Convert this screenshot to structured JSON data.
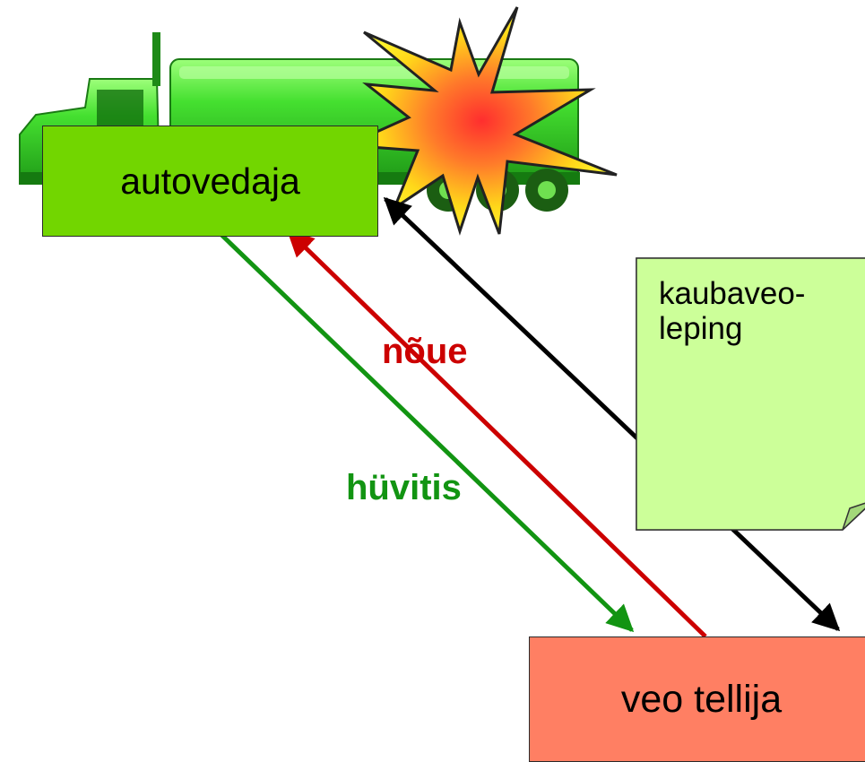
{
  "diagram": {
    "carrier": {
      "label": "autovedaja",
      "fill": "#72d600"
    },
    "client": {
      "label": "veo tellija",
      "fill": "#ff7f63"
    },
    "contract": {
      "label": "kaubaveo-\nleping",
      "fill": "#ccff99"
    },
    "claim": {
      "label": "nõue",
      "color": "#cc0000"
    },
    "compensation": {
      "label": "hüvitis",
      "color": "#129412"
    },
    "link_color": "#000000",
    "truck_color": "#3ed12e",
    "burst_colors": [
      "#ff3b3b",
      "#ffee00"
    ]
  }
}
